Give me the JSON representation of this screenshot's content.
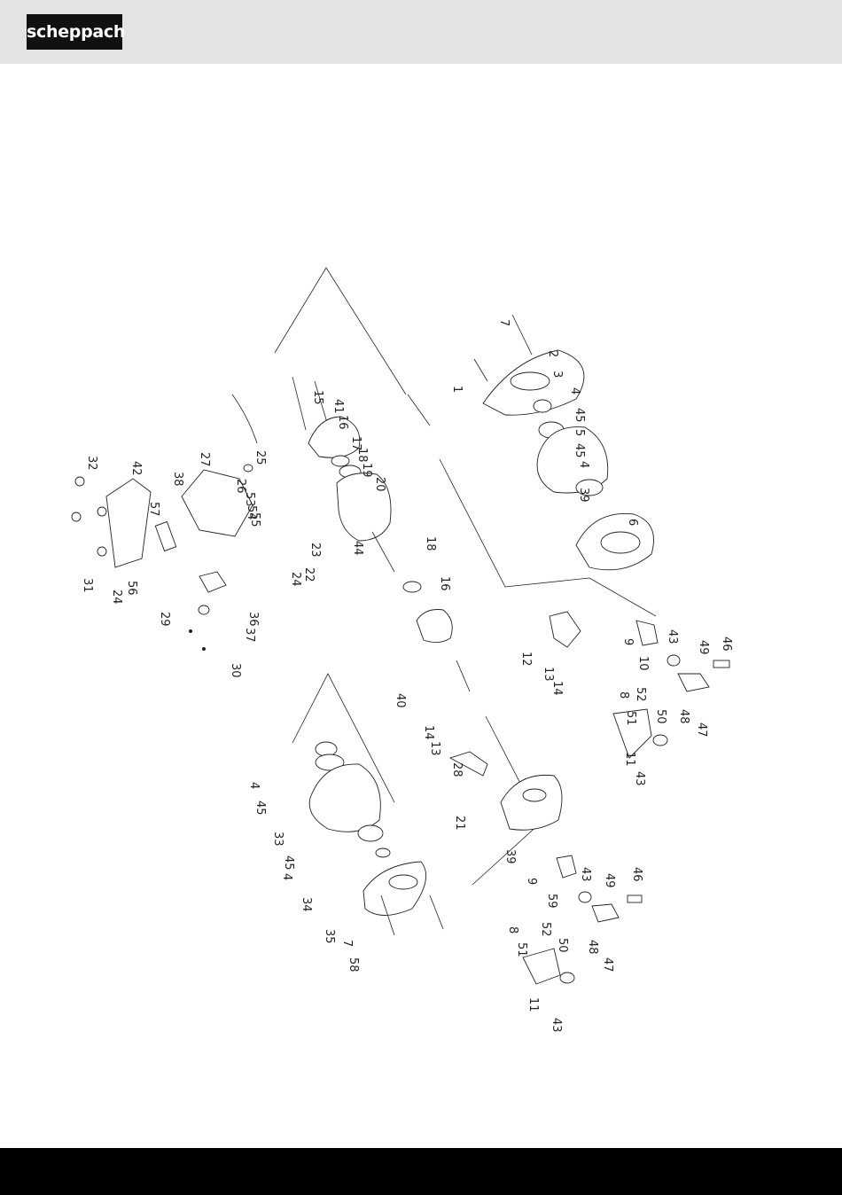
{
  "header": {
    "logo_text": "scheppach",
    "background": "#e3e3e3"
  },
  "diagram": {
    "description_type": "exploded-view parts diagram",
    "part_numbers": [
      "1",
      "2",
      "3",
      "4",
      "45",
      "5",
      "45",
      "4",
      "39",
      "6",
      "7",
      "15",
      "41",
      "16",
      "17",
      "18",
      "19",
      "20",
      "44",
      "22",
      "23",
      "24",
      "25",
      "26",
      "53",
      "54",
      "55",
      "27",
      "38",
      "57",
      "56",
      "24",
      "29",
      "42",
      "32",
      "31",
      "36",
      "37",
      "30",
      "18",
      "16",
      "40",
      "12",
      "13",
      "14",
      "9",
      "10",
      "43",
      "49",
      "46",
      "52",
      "50",
      "48",
      "47",
      "8",
      "51",
      "11",
      "43",
      "14",
      "13",
      "28",
      "21",
      "39",
      "9",
      "59",
      "43",
      "49",
      "46",
      "52",
      "50",
      "48",
      "47",
      "8",
      "51",
      "11",
      "43",
      "4",
      "45",
      "33",
      "45",
      "4",
      "34",
      "35",
      "7",
      "58"
    ]
  },
  "footer": {
    "background": "#000000"
  }
}
